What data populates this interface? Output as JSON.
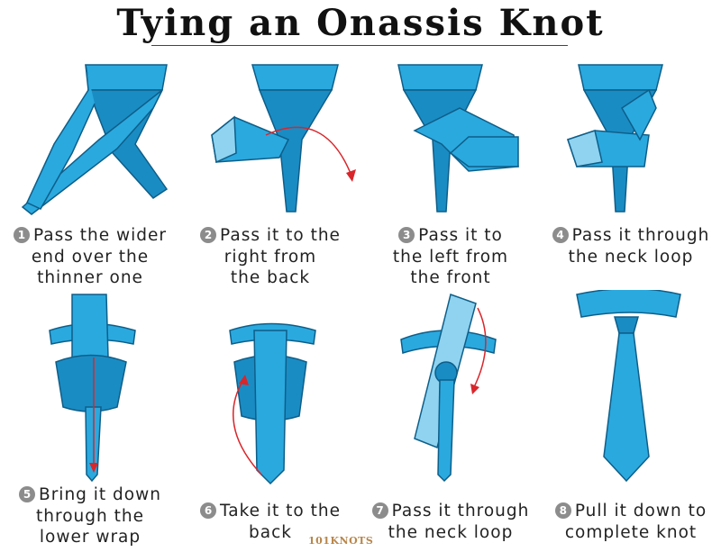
{
  "title": "Tying an Onassis Knot",
  "steps": [
    {
      "number": "1",
      "lines": [
        "Pass the wider",
        "end over the",
        "thinner one"
      ]
    },
    {
      "number": "2",
      "lines": [
        "Pass it to the",
        "right from",
        "the back"
      ]
    },
    {
      "number": "3",
      "lines": [
        "Pass it to",
        "the left from",
        "the front"
      ]
    },
    {
      "number": "4",
      "lines": [
        "Pass it through",
        "the neck loop"
      ]
    },
    {
      "number": "5",
      "lines": [
        "Bring it down",
        "through the",
        "lower wrap"
      ]
    },
    {
      "number": "6",
      "lines": [
        "Take it to the",
        "back"
      ]
    },
    {
      "number": "7",
      "lines": [
        "Pass it through",
        "the neck loop"
      ]
    },
    {
      "number": "8",
      "lines": [
        "Pull it down to",
        "complete knot"
      ]
    }
  ],
  "logo": "101KNOTS",
  "colors": {
    "tie": "#2aa9df",
    "tie_dark": "#1a8cc4",
    "tie_light": "#8fd3f0",
    "outline": "#0e5e88",
    "arrow": "#d9262b"
  }
}
